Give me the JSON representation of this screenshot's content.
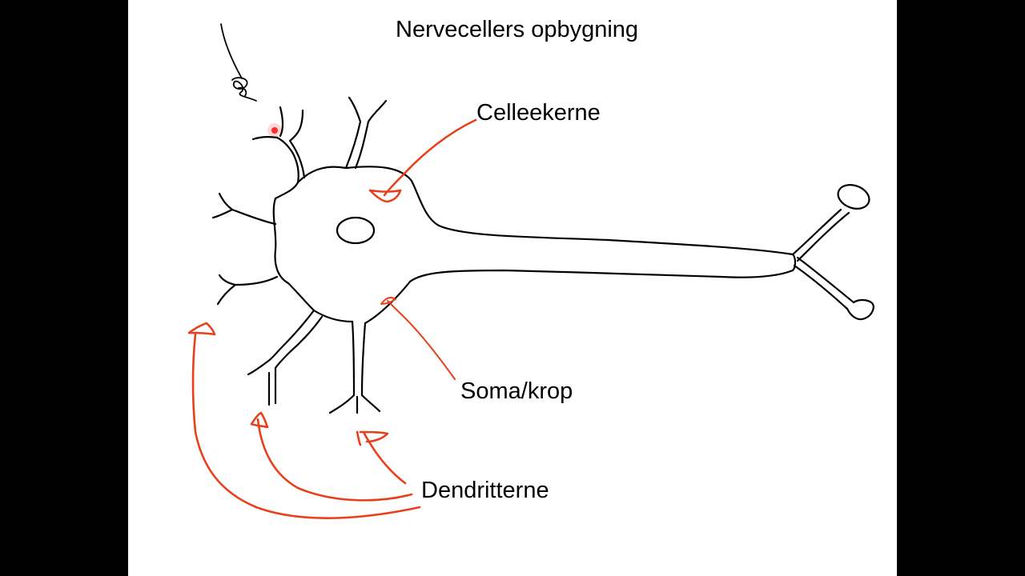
{
  "title": "Nervecellers opbygning",
  "labels": {
    "nucleus": "Celleekerne",
    "soma": "Soma/krop",
    "dendrites": "Dendritterne"
  },
  "colors": {
    "background": "#000000",
    "canvas": "#ffffff",
    "ink": "#000000",
    "annotation": "#e8401c",
    "pointer": "#ff2a2a"
  }
}
